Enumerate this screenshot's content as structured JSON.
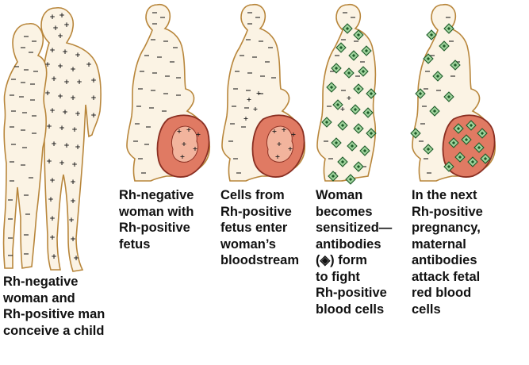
{
  "panels": [
    {
      "caption": "Rh-negative\nwoman and\nRh-positive man\nconceive a child"
    },
    {
      "caption": "Rh-negative\nwoman with\nRh-positive\nfetus"
    },
    {
      "caption": "Cells from\nRh-positive\nfetus enter\nwoman’s\nbloodstream"
    },
    {
      "caption": "Woman\nbecomes\nsensitized—\nantibodies\n(◈) form\nto fight\nRh-positive\nblood cells"
    },
    {
      "caption": "In the next\nRh-positive\npregnancy,\nmaternal\nantibodies\nattack fetal\nred blood\ncells"
    }
  ],
  "symbols": {
    "rh_negative_marker": "–",
    "rh_positive_marker": "+",
    "antibody_icon": "diamond-antibody-icon"
  },
  "colors": {
    "body_fill": "#fbf3e4",
    "body_outline": "#b8863b",
    "uterus_fill": "#e07a63",
    "uterus_outline": "#8a2f22",
    "fetus": "#f2b49d",
    "antibody_fill": "#9fd39c",
    "antibody_stroke": "#1e5c2a",
    "text": "#111111"
  }
}
